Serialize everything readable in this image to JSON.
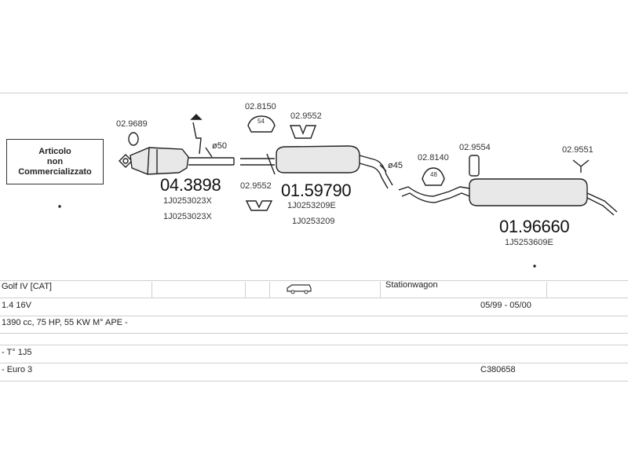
{
  "not_available_box": {
    "line1": "Articolo",
    "line2": "non",
    "line3": "Commercializzato"
  },
  "parts": {
    "clamp_02_9689": "02.9689",
    "cat_main": "04.3898",
    "cat_oem1": "1J0253023X",
    "cat_oem2": "1J0253023X",
    "dia_50": "ø50",
    "hanger_02_8150": "02.8150",
    "hanger_02_8150_size": "54",
    "bracket_02_9552_top": "02.9552",
    "bracket_02_9552_bottom": "02.9552",
    "mid_main": "01.59790",
    "mid_oem1": "1J0253209E",
    "mid_oem2": "1J0253209",
    "dia_45": "ø45",
    "hanger_02_8140": "02.8140",
    "hanger_02_8140_size": "48",
    "hanger_02_9554": "02.9554",
    "hanger_02_9551": "02.9551",
    "rear_main": "01.96660",
    "rear_oem1": "1J5253609E"
  },
  "vehicle": {
    "model": "Golf IV  [CAT]",
    "body_type": "Stationwagon",
    "engine": "1.4 16V",
    "years": "05/99 - 05/00",
    "specs": "1390 cc, 75 HP, 55 KW M° APE -",
    "type_code": "- T° 1J5",
    "emission": "- Euro 3",
    "catalog_code": "C380658",
    "body_icon": "station-wagon-car-icon"
  }
}
